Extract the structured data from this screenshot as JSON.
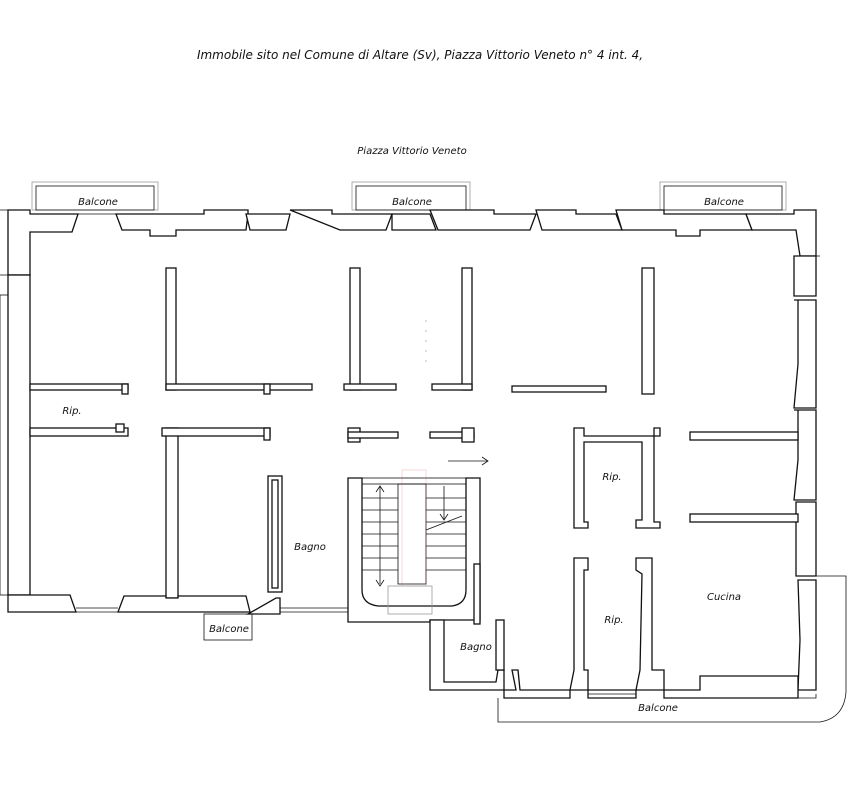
{
  "title": "Immobile sito nel Comune di Altare (Sv), Piazza Vittorio Veneto n° 4 int. 4,",
  "street": "Piazza Vittorio Veneto",
  "labels": {
    "balcone_top_left": "Balcone",
    "balcone_top_mid": "Balcone",
    "balcone_top_right": "Balcone",
    "balcone_bottom_left": "Balcone",
    "balcone_bottom_right": "Balcone",
    "rip_left": "Rip.",
    "rip_right_upper": "Rip.",
    "rip_right_lower": "Rip.",
    "bagno_left": "Bagno",
    "bagno_small": "Bagno",
    "cucina": "Cucina"
  },
  "colors": {
    "line": "#111111",
    "background": "#ffffff",
    "stair_accent": "#cc4444"
  }
}
